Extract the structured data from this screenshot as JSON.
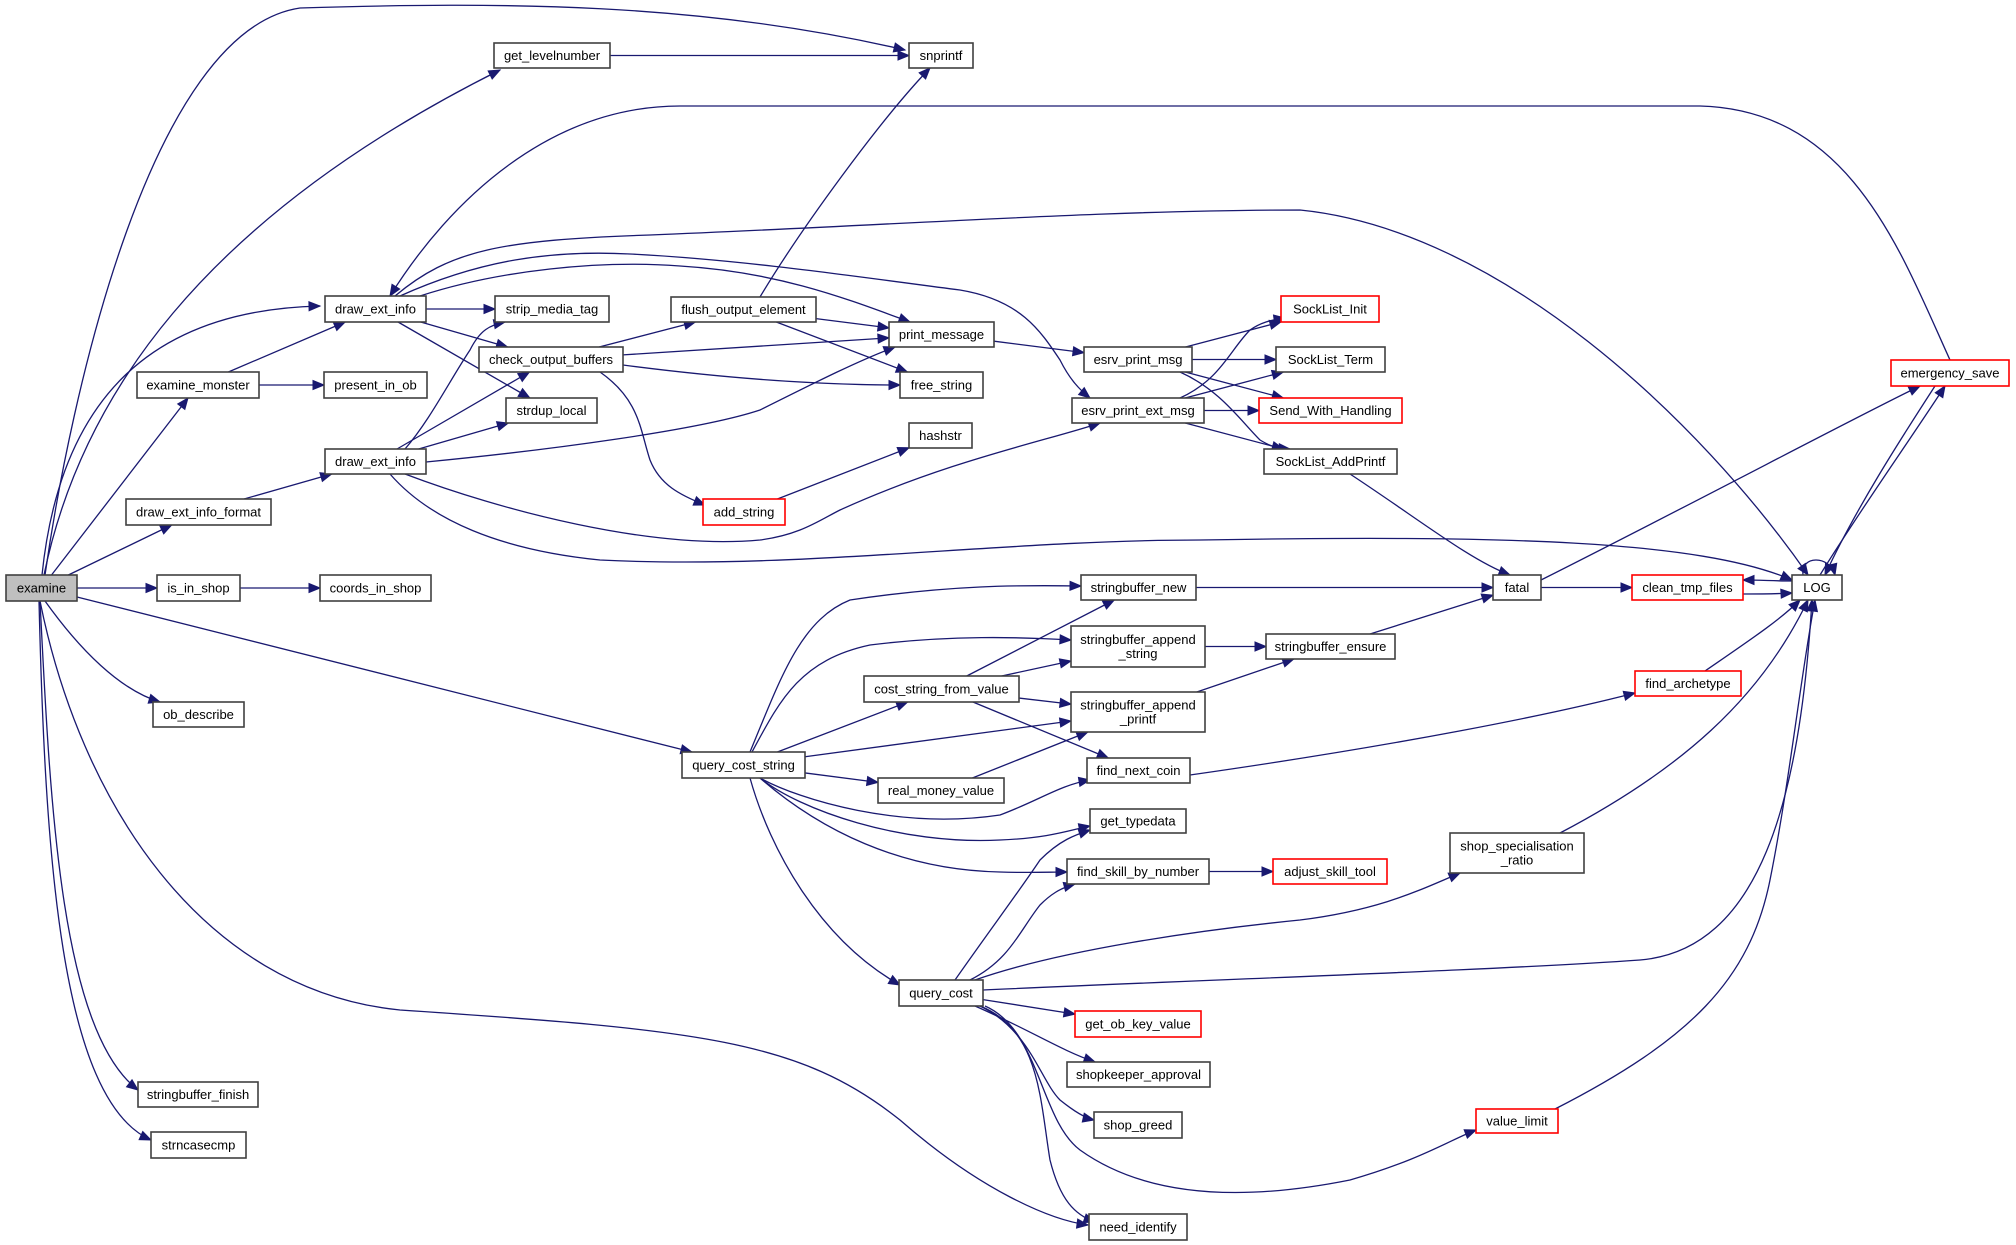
{
  "diagram": {
    "type": "call-graph",
    "root": "examine",
    "colors": {
      "edge": "#191970",
      "node_border": "#404040",
      "node_border_truncated": "#ff0000",
      "root_fill": "#bfbfbf",
      "node_fill": "#ffffff"
    },
    "nodes": [
      {
        "id": "examine",
        "label": "examine",
        "style": "root"
      },
      {
        "id": "get_levelnumber",
        "label": "get_levelnumber",
        "style": "normal"
      },
      {
        "id": "snprintf",
        "label": "snprintf",
        "style": "normal"
      },
      {
        "id": "draw_ext_info_1",
        "label": "draw_ext_info",
        "style": "normal"
      },
      {
        "id": "strip_media_tag",
        "label": "strip_media_tag",
        "style": "normal"
      },
      {
        "id": "flush_output_element",
        "label": "flush_output_element",
        "style": "normal"
      },
      {
        "id": "print_message",
        "label": "print_message",
        "style": "normal"
      },
      {
        "id": "check_output_buffers",
        "label": "check_output_buffers",
        "style": "normal"
      },
      {
        "id": "examine_monster",
        "label": "examine_monster",
        "style": "normal"
      },
      {
        "id": "present_in_ob",
        "label": "present_in_ob",
        "style": "normal"
      },
      {
        "id": "strdup_local",
        "label": "strdup_local",
        "style": "normal"
      },
      {
        "id": "free_string",
        "label": "free_string",
        "style": "normal"
      },
      {
        "id": "draw_ext_info_2",
        "label": "draw_ext_info",
        "style": "normal"
      },
      {
        "id": "hashstr",
        "label": "hashstr",
        "style": "normal"
      },
      {
        "id": "draw_ext_info_format",
        "label": "draw_ext_info_format",
        "style": "normal"
      },
      {
        "id": "add_string",
        "label": "add_string",
        "style": "truncated"
      },
      {
        "id": "esrv_print_msg",
        "label": "esrv_print_msg",
        "style": "normal"
      },
      {
        "id": "esrv_print_ext_msg",
        "label": "esrv_print_ext_msg",
        "style": "normal"
      },
      {
        "id": "SockList_Init",
        "label": "SockList_Init",
        "style": "truncated"
      },
      {
        "id": "SockList_Term",
        "label": "SockList_Term",
        "style": "normal"
      },
      {
        "id": "Send_With_Handling",
        "label": "Send_With_Handling",
        "style": "truncated"
      },
      {
        "id": "SockList_AddPrintf",
        "label": "SockList_AddPrintf",
        "style": "normal"
      },
      {
        "id": "emergency_save",
        "label": "emergency_save",
        "style": "truncated"
      },
      {
        "id": "is_in_shop",
        "label": "is_in_shop",
        "style": "normal"
      },
      {
        "id": "coords_in_shop",
        "label": "coords_in_shop",
        "style": "normal"
      },
      {
        "id": "stringbuffer_new",
        "label": "stringbuffer_new",
        "style": "normal"
      },
      {
        "id": "fatal",
        "label": "fatal",
        "style": "normal"
      },
      {
        "id": "clean_tmp_files",
        "label": "clean_tmp_files",
        "style": "truncated"
      },
      {
        "id": "LOG",
        "label": "LOG",
        "style": "normal"
      },
      {
        "id": "stringbuffer_append_string",
        "label": "stringbuffer_append\n_string",
        "style": "normal"
      },
      {
        "id": "stringbuffer_ensure",
        "label": "stringbuffer_ensure",
        "style": "normal"
      },
      {
        "id": "cost_string_from_value",
        "label": "cost_string_from_value",
        "style": "normal"
      },
      {
        "id": "stringbuffer_append_printf",
        "label": "stringbuffer_append\n_printf",
        "style": "normal"
      },
      {
        "id": "find_archetype",
        "label": "find_archetype",
        "style": "truncated"
      },
      {
        "id": "ob_describe",
        "label": "ob_describe",
        "style": "normal"
      },
      {
        "id": "query_cost_string",
        "label": "query_cost_string",
        "style": "normal"
      },
      {
        "id": "find_next_coin",
        "label": "find_next_coin",
        "style": "normal"
      },
      {
        "id": "real_money_value",
        "label": "real_money_value",
        "style": "normal"
      },
      {
        "id": "get_typedata",
        "label": "get_typedata",
        "style": "normal"
      },
      {
        "id": "shop_specialisation_ratio",
        "label": "shop_specialisation\n_ratio",
        "style": "normal"
      },
      {
        "id": "find_skill_by_number",
        "label": "find_skill_by_number",
        "style": "normal"
      },
      {
        "id": "adjust_skill_tool",
        "label": "adjust_skill_tool",
        "style": "truncated"
      },
      {
        "id": "query_cost",
        "label": "query_cost",
        "style": "normal"
      },
      {
        "id": "get_ob_key_value",
        "label": "get_ob_key_value",
        "style": "truncated"
      },
      {
        "id": "shopkeeper_approval",
        "label": "shopkeeper_approval",
        "style": "normal"
      },
      {
        "id": "stringbuffer_finish",
        "label": "stringbuffer_finish",
        "style": "normal"
      },
      {
        "id": "shop_greed",
        "label": "shop_greed",
        "style": "normal"
      },
      {
        "id": "value_limit",
        "label": "value_limit",
        "style": "truncated"
      },
      {
        "id": "strncasecmp",
        "label": "strncasecmp",
        "style": "normal"
      },
      {
        "id": "need_identify",
        "label": "need_identify",
        "style": "normal"
      }
    ],
    "edges": [
      {
        "from": "examine",
        "to": "snprintf"
      },
      {
        "from": "examine",
        "to": "get_levelnumber"
      },
      {
        "from": "examine",
        "to": "draw_ext_info_1"
      },
      {
        "from": "examine",
        "to": "examine_monster"
      },
      {
        "from": "examine",
        "to": "draw_ext_info_format"
      },
      {
        "from": "examine",
        "to": "is_in_shop"
      },
      {
        "from": "examine",
        "to": "ob_describe"
      },
      {
        "from": "examine",
        "to": "query_cost_string"
      },
      {
        "from": "examine",
        "to": "need_identify"
      },
      {
        "from": "examine",
        "to": "stringbuffer_finish"
      },
      {
        "from": "examine",
        "to": "strncasecmp"
      },
      {
        "from": "get_levelnumber",
        "to": "snprintf"
      },
      {
        "from": "draw_ext_info_1",
        "to": "strip_media_tag"
      },
      {
        "from": "draw_ext_info_1",
        "to": "check_output_buffers"
      },
      {
        "from": "draw_ext_info_1",
        "to": "strdup_local"
      },
      {
        "from": "draw_ext_info_1",
        "to": "print_message"
      },
      {
        "from": "draw_ext_info_1",
        "to": "esrv_print_ext_msg"
      },
      {
        "from": "draw_ext_info_1",
        "to": "LOG"
      },
      {
        "from": "emergency_save",
        "to": "draw_ext_info_1"
      },
      {
        "from": "examine_monster",
        "to": "draw_ext_info_1"
      },
      {
        "from": "examine_monster",
        "to": "present_in_ob"
      },
      {
        "from": "draw_ext_info_format",
        "to": "draw_ext_info_2"
      },
      {
        "from": "draw_ext_info_2",
        "to": "strip_media_tag"
      },
      {
        "from": "draw_ext_info_2",
        "to": "check_output_buffers"
      },
      {
        "from": "draw_ext_info_2",
        "to": "strdup_local"
      },
      {
        "from": "draw_ext_info_2",
        "to": "print_message"
      },
      {
        "from": "draw_ext_info_2",
        "to": "esrv_print_ext_msg"
      },
      {
        "from": "draw_ext_info_2",
        "to": "LOG"
      },
      {
        "from": "check_output_buffers",
        "to": "flush_output_element"
      },
      {
        "from": "check_output_buffers",
        "to": "print_message"
      },
      {
        "from": "check_output_buffers",
        "to": "free_string"
      },
      {
        "from": "check_output_buffers",
        "to": "add_string"
      },
      {
        "from": "flush_output_element",
        "to": "snprintf"
      },
      {
        "from": "flush_output_element",
        "to": "print_message"
      },
      {
        "from": "flush_output_element",
        "to": "free_string"
      },
      {
        "from": "add_string",
        "to": "hashstr"
      },
      {
        "from": "print_message",
        "to": "esrv_print_msg"
      },
      {
        "from": "esrv_print_msg",
        "to": "SockList_Init"
      },
      {
        "from": "esrv_print_msg",
        "to": "SockList_Term"
      },
      {
        "from": "esrv_print_msg",
        "to": "Send_With_Handling"
      },
      {
        "from": "esrv_print_msg",
        "to": "SockList_AddPrintf"
      },
      {
        "from": "esrv_print_ext_msg",
        "to": "SockList_Init"
      },
      {
        "from": "esrv_print_ext_msg",
        "to": "SockList_Term"
      },
      {
        "from": "esrv_print_ext_msg",
        "to": "Send_With_Handling"
      },
      {
        "from": "esrv_print_ext_msg",
        "to": "SockList_AddPrintf"
      },
      {
        "from": "SockList_AddPrintf",
        "to": "fatal"
      },
      {
        "from": "is_in_shop",
        "to": "coords_in_shop"
      },
      {
        "from": "query_cost_string",
        "to": "stringbuffer_new"
      },
      {
        "from": "query_cost_string",
        "to": "stringbuffer_append_string"
      },
      {
        "from": "query_cost_string",
        "to": "cost_string_from_value"
      },
      {
        "from": "query_cost_string",
        "to": "stringbuffer_append_printf"
      },
      {
        "from": "query_cost_string",
        "to": "real_money_value"
      },
      {
        "from": "query_cost_string",
        "to": "find_next_coin"
      },
      {
        "from": "query_cost_string",
        "to": "get_typedata"
      },
      {
        "from": "query_cost_string",
        "to": "find_skill_by_number"
      },
      {
        "from": "query_cost_string",
        "to": "query_cost"
      },
      {
        "from": "cost_string_from_value",
        "to": "stringbuffer_new"
      },
      {
        "from": "cost_string_from_value",
        "to": "stringbuffer_append_string"
      },
      {
        "from": "cost_string_from_value",
        "to": "stringbuffer_append_printf"
      },
      {
        "from": "cost_string_from_value",
        "to": "find_next_coin"
      },
      {
        "from": "real_money_value",
        "to": "stringbuffer_append_printf"
      },
      {
        "from": "stringbuffer_new",
        "to": "fatal"
      },
      {
        "from": "stringbuffer_append_string",
        "to": "stringbuffer_ensure"
      },
      {
        "from": "stringbuffer_append_printf",
        "to": "stringbuffer_ensure"
      },
      {
        "from": "stringbuffer_ensure",
        "to": "fatal"
      },
      {
        "from": "find_next_coin",
        "to": "find_archetype"
      },
      {
        "from": "find_archetype",
        "to": "LOG"
      },
      {
        "from": "find_skill_by_number",
        "to": "adjust_skill_tool"
      },
      {
        "from": "query_cost",
        "to": "get_typedata"
      },
      {
        "from": "query_cost",
        "to": "find_skill_by_number"
      },
      {
        "from": "query_cost",
        "to": "shop_specialisation_ratio"
      },
      {
        "from": "query_cost",
        "to": "LOG"
      },
      {
        "from": "query_cost",
        "to": "get_ob_key_value"
      },
      {
        "from": "query_cost",
        "to": "shopkeeper_approval"
      },
      {
        "from": "query_cost",
        "to": "shop_greed"
      },
      {
        "from": "query_cost",
        "to": "value_limit"
      },
      {
        "from": "query_cost",
        "to": "need_identify"
      },
      {
        "from": "shop_specialisation_ratio",
        "to": "LOG"
      },
      {
        "from": "value_limit",
        "to": "LOG"
      },
      {
        "from": "fatal",
        "to": "clean_tmp_files"
      },
      {
        "from": "fatal",
        "to": "emergency_save"
      },
      {
        "from": "clean_tmp_files",
        "to": "LOG"
      },
      {
        "from": "LOG",
        "to": "clean_tmp_files"
      },
      {
        "from": "LOG",
        "to": "emergency_save"
      },
      {
        "from": "emergency_save",
        "to": "LOG"
      },
      {
        "from": "LOG",
        "to": "LOG"
      }
    ]
  }
}
